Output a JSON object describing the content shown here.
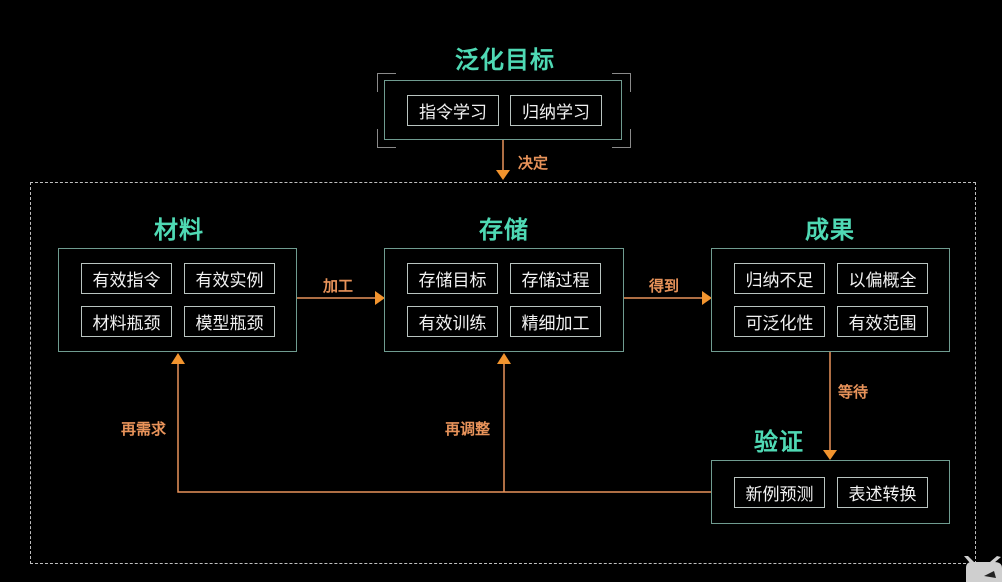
{
  "goal": {
    "title": "泛化目标",
    "items": [
      "指令学习",
      "归纳学习"
    ]
  },
  "materials": {
    "title": "材料",
    "items": [
      "有效指令",
      "有效实例",
      "材料瓶颈",
      "模型瓶颈"
    ]
  },
  "storage": {
    "title": "存储",
    "items": [
      "存储目标",
      "存储过程",
      "有效训练",
      "精细加工"
    ]
  },
  "results": {
    "title": "成果",
    "items": [
      "归纳不足",
      "以偏概全",
      "可泛化性",
      "有效范围"
    ]
  },
  "verification": {
    "title": "验证",
    "items": [
      "新例预测",
      "表述转换"
    ]
  },
  "edges": {
    "decide": "决定",
    "process": "加工",
    "obtain": "得到",
    "wait": "等待",
    "re_require": "再需求",
    "re_adjust": "再调整"
  },
  "colors": {
    "title": "#4fd9b4",
    "edge": "#e8935a",
    "panel_border": "#6f9c90"
  }
}
